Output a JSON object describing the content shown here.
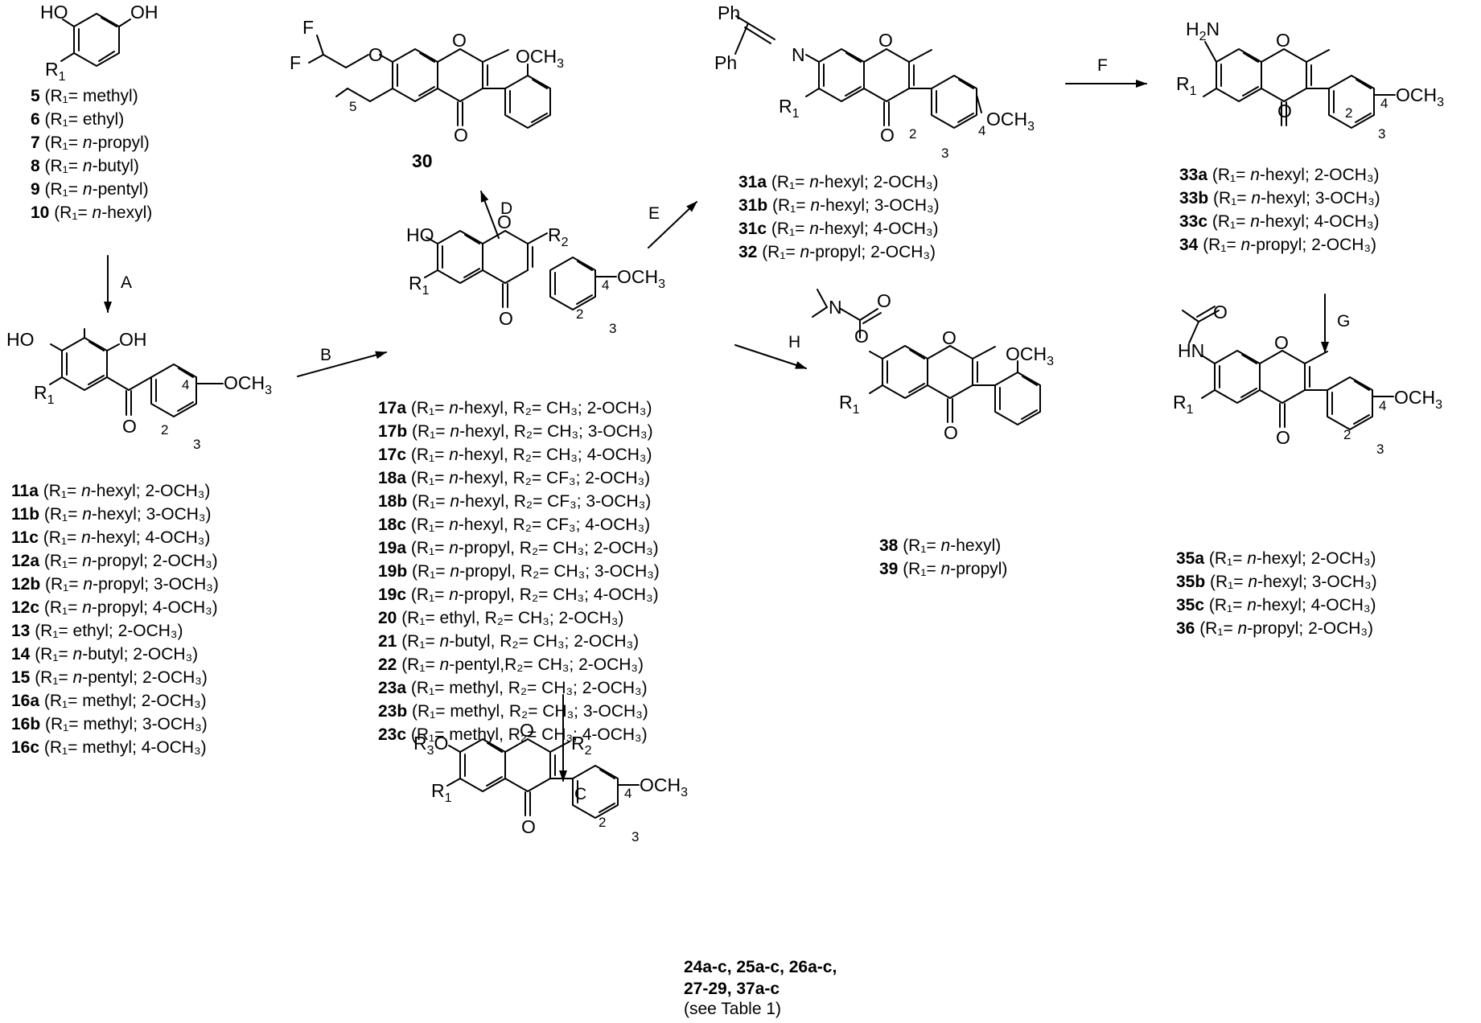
{
  "reaction_labels": {
    "A": "A",
    "B": "B",
    "C": "C",
    "D": "D",
    "E": "E",
    "F": "F",
    "G": "G",
    "H": "H"
  },
  "atoms": {
    "HO": "HO",
    "OH": "OH",
    "O": "O",
    "R1": "R",
    "R2": "R",
    "R3": "R",
    "sub1": "1",
    "sub2": "2",
    "sub3": "3",
    "OCH3": "OCH",
    "sub3b": "3",
    "F": "F",
    "N": "N",
    "Ph": "Ph",
    "H2N": "H",
    "HN": "HN",
    "OCH3_text": "OCH",
    "n5": "5",
    "pos2": "2",
    "pos3": "3",
    "pos4": "4"
  },
  "lists": {
    "list_5_10": [
      {
        "id": "5",
        "rest": " (R₁= methyl)"
      },
      {
        "id": "6",
        "rest": " (R₁= ethyl)"
      },
      {
        "id": "7",
        "rest": " (R₁= n-propyl)"
      },
      {
        "id": "8",
        "rest": " (R₁= n-butyl)"
      },
      {
        "id": "9",
        "rest": " (R₁= n-pentyl)"
      },
      {
        "id": "10",
        "rest": " (R₁= n-hexyl)"
      }
    ],
    "list_11_16": [
      {
        "id": "11a",
        "rest": " (R₁= n-hexyl; 2-OCH₃)"
      },
      {
        "id": "11b",
        "rest": " (R₁= n-hexyl; 3-OCH₃)"
      },
      {
        "id": "11c",
        "rest": " (R₁= n-hexyl; 4-OCH₃)"
      },
      {
        "id": "12a",
        "rest": " (R₁= n-propyl; 2-OCH₃)"
      },
      {
        "id": "12b",
        "rest": " (R₁= n-propyl; 3-OCH₃)"
      },
      {
        "id": "12c",
        "rest": " (R₁= n-propyl; 4-OCH₃)"
      },
      {
        "id": "13",
        "rest": " (R₁= ethyl; 2-OCH₃)"
      },
      {
        "id": "14",
        "rest": " (R₁= n-butyl; 2-OCH₃)"
      },
      {
        "id": "15",
        "rest": " (R₁= n-pentyl; 2-OCH₃)"
      },
      {
        "id": "16a",
        "rest": " (R₁= methyl; 2-OCH₃)"
      },
      {
        "id": "16b",
        "rest": " (R₁= methyl; 3-OCH₃)"
      },
      {
        "id": "16c",
        "rest": " (R₁= methyl; 4-OCH₃)"
      }
    ],
    "list_17_23": [
      {
        "id": "17a",
        "rest": " (R₁= n-hexyl, R₂= CH₃; 2-OCH₃)"
      },
      {
        "id": "17b",
        "rest": " (R₁= n-hexyl, R₂= CH₃; 3-OCH₃)"
      },
      {
        "id": "17c",
        "rest": " (R₁= n-hexyl, R₂= CH₃; 4-OCH₃)"
      },
      {
        "id": "18a",
        "rest": " (R₁= n-hexyl, R₂= CF₃; 2-OCH₃)"
      },
      {
        "id": "18b",
        "rest": " (R₁= n-hexyl, R₂= CF₃; 3-OCH₃)"
      },
      {
        "id": "18c",
        "rest": " (R₁= n-hexyl, R₂= CF₃; 4-OCH₃)"
      },
      {
        "id": "19a",
        "rest": " (R₁= n-propyl, R₂= CH₃; 2-OCH₃)"
      },
      {
        "id": "19b",
        "rest": " (R₁= n-propyl, R₂= CH₃; 3-OCH₃)"
      },
      {
        "id": "19c",
        "rest": " (R₁= n-propyl, R₂= CH₃; 4-OCH₃)"
      },
      {
        "id": "20",
        "rest": " (R₁= ethyl, R₂= CH₃; 2-OCH₃)"
      },
      {
        "id": "21",
        "rest": " (R₁= n-butyl, R₂= CH₃; 2-OCH₃)"
      },
      {
        "id": "22",
        "rest": " (R₁= n-pentyl,R₂= CH₃;  2-OCH₃)"
      },
      {
        "id": "23a",
        "rest": " (R₁= methyl, R₂= CH₃; 2-OCH₃)"
      },
      {
        "id": "23b",
        "rest": " (R₁= methyl, R₂= CH₃; 3-OCH₃)"
      },
      {
        "id": "23c",
        "rest": " (R₁= methyl, R₂= CH₃; 4-OCH₃)"
      }
    ],
    "list_31_32": [
      {
        "id": "31a",
        "rest": " (R₁= n-hexyl; 2-OCH₃)"
      },
      {
        "id": "31b",
        "rest": " (R₁= n-hexyl; 3-OCH₃)"
      },
      {
        "id": "31c",
        "rest": " (R₁= n-hexyl; 4-OCH₃)"
      },
      {
        "id": "32",
        "rest": " (R₁= n-propyl; 2-OCH₃)"
      }
    ],
    "list_33_34": [
      {
        "id": "33a",
        "rest": " (R₁= n-hexyl; 2-OCH₃)"
      },
      {
        "id": "33b",
        "rest": " (R₁= n-hexyl; 3-OCH₃)"
      },
      {
        "id": "33c",
        "rest": " (R₁= n-hexyl; 4-OCH₃)"
      },
      {
        "id": "34",
        "rest": " (R₁= n-propyl; 2-OCH₃)"
      }
    ],
    "list_35_36": [
      {
        "id": "35a",
        "rest": " (R₁= n-hexyl; 2-OCH₃)"
      },
      {
        "id": "35b",
        "rest": " (R₁= n-hexyl; 3-OCH₃)"
      },
      {
        "id": "35c",
        "rest": " (R₁= n-hexyl; 4-OCH₃)"
      },
      {
        "id": "36",
        "rest": " (R₁= n-propyl; 2-OCH₃)"
      }
    ],
    "list_38_39": [
      {
        "id": "38",
        "rest": " (R₁= n-hexyl)"
      },
      {
        "id": "39",
        "rest": " (R₁= n-propyl)"
      }
    ]
  },
  "compound_30": "30",
  "final_products": {
    "line1": "24a-c, 25a-c, 26a-c,",
    "line2": "27-29, 37a-c",
    "line3": "(see Table 1)"
  }
}
